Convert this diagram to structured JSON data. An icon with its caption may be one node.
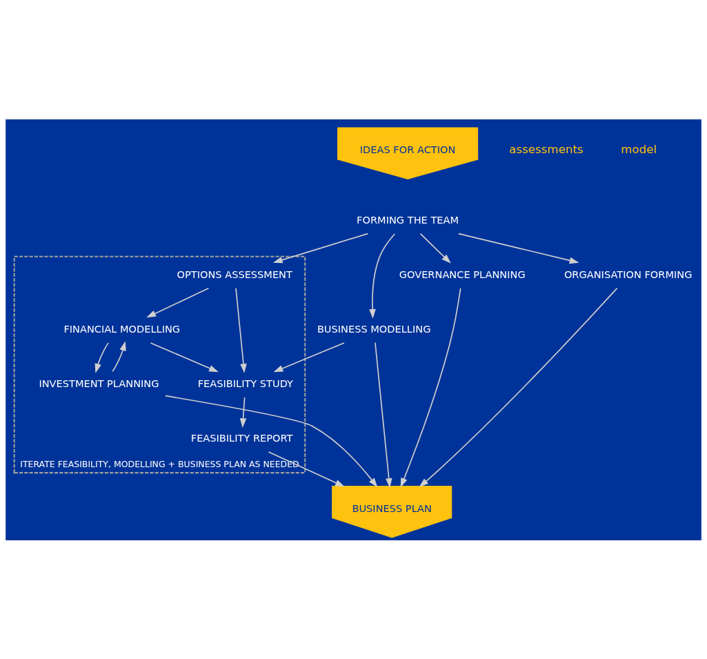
{
  "diagram": {
    "nodes": [
      {
        "text": [
          "IDEAS FOR ACTION"
        ]
      },
      {
        "text": [
          "FORMING THE TEAM"
        ]
      },
      {
        "text": [
          "ITERATE FEASIBILITY, MODELLING + BUSINESS PLAN AS NEEDED"
        ]
      },
      {
        "text": [
          "OPTIONS ASSESSMENT"
        ],
        "in": 2
      },
      {
        "text": [
          "BUSINESS MODELLING"
        ]
      },
      {
        "text": [
          "FINANCIAL MODELLING"
        ],
        "in": 2
      },
      {
        "text": [
          "FEASIBILITY STUDY"
        ],
        "in": 2
      },
      {
        "text": [
          "GOVERNANCE PLANNING"
        ]
      },
      {
        "text": [
          "ORGANISATION FORMING"
        ]
      },
      {
        "text": [
          "INVESTMENT PLANNING"
        ],
        "in": 2
      },
      {
        "text": [
          "FEASIBILITY REPORT"
        ],
        "in": 2
      },
      {
        "text": [
          "BUSINESS PLAN"
        ]
      }
    ],
    "edges": [
      {
        "from": 1,
        "to": 3,
        "arrow": "to"
      },
      {
        "from": 1,
        "to": 4,
        "arrow": "to"
      },
      {
        "from": 1,
        "to": 7,
        "arrow": "to"
      },
      {
        "from": 1,
        "to": 8,
        "arrow": "to"
      },
      {
        "from": 3,
        "to": 5,
        "arrow": "to"
      },
      {
        "from": 3,
        "to": 6,
        "arrow": "to"
      },
      {
        "from": 5,
        "to": 6,
        "arrow": "to"
      },
      {
        "from": 4,
        "to": 6,
        "arrow": "to"
      },
      {
        "from": 5,
        "to": 9,
        "arrow": "to"
      },
      {
        "from": 9,
        "to": 5,
        "arrow": "to"
      },
      {
        "from": 6,
        "to": 10,
        "arrow": "to"
      },
      {
        "from": 4,
        "to": 11,
        "arrow": "to"
      },
      {
        "from": 10,
        "to": 11,
        "arrow": "to"
      },
      {
        "from": 9,
        "to": 11,
        "arrow": "to"
      },
      {
        "from": 7,
        "to": 11,
        "arrow": "to"
      },
      {
        "from": 8,
        "to": 11,
        "arrow": "to"
      }
    ],
    "labels": [
      "assessments",
      "model"
    ]
  }
}
